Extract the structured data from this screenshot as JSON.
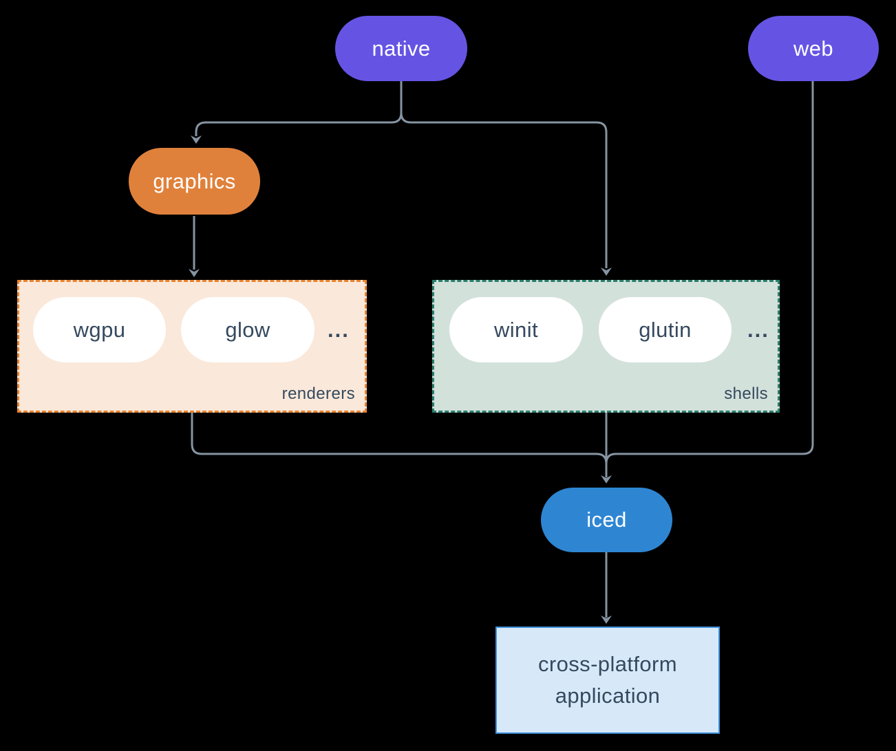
{
  "colors": {
    "background": "#000000",
    "connector": "#8694a2",
    "purple": "#6554e4",
    "orange": "#e0813b",
    "blue": "#2e86d3",
    "slate_text": "#35495e",
    "renderers_fill": "#fae8da",
    "renderers_border": "#e8832e",
    "shells_fill": "#d3e1db",
    "shells_border": "#2a7f6d",
    "app_fill": "#d7e9f9",
    "app_border": "#3f8fd9"
  },
  "nodes": {
    "native": "native",
    "web": "web",
    "graphics": "graphics",
    "iced": "iced"
  },
  "groups": {
    "renderers": {
      "label": "renderers",
      "items": [
        "wgpu",
        "glow"
      ],
      "ellipsis": "..."
    },
    "shells": {
      "label": "shells",
      "items": [
        "winit",
        "glutin"
      ],
      "ellipsis": "..."
    }
  },
  "application": {
    "line1": "cross-platform",
    "line2": "application"
  }
}
